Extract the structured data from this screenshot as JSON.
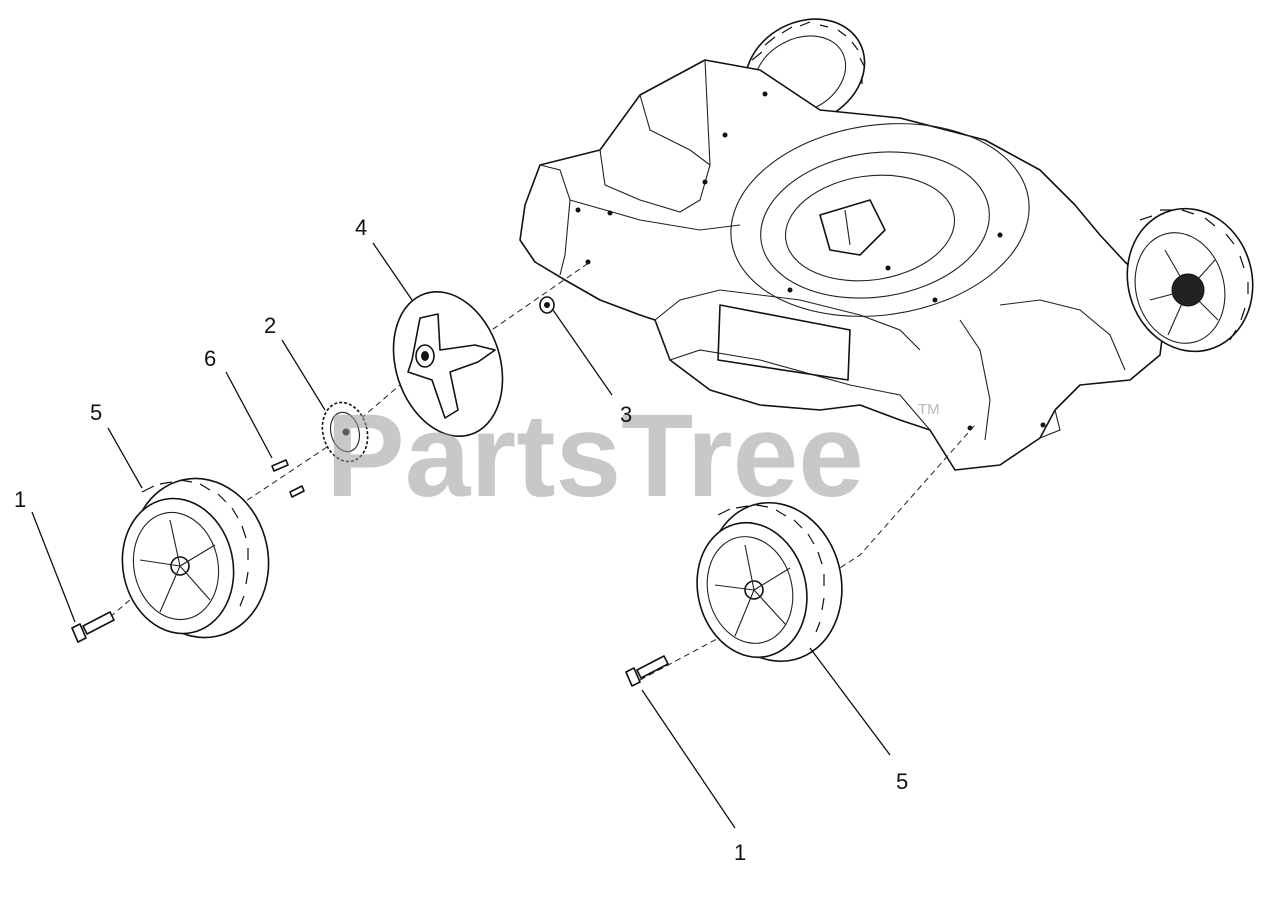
{
  "watermark": {
    "text": "PartsTree",
    "trademark": "TM"
  },
  "callouts": [
    {
      "id": "c1-left",
      "label": "1"
    },
    {
      "id": "c5-left",
      "label": "5"
    },
    {
      "id": "c6",
      "label": "6"
    },
    {
      "id": "c2",
      "label": "2"
    },
    {
      "id": "c4",
      "label": "4"
    },
    {
      "id": "c3",
      "label": "3"
    },
    {
      "id": "c1-right",
      "label": "1"
    },
    {
      "id": "c5-right",
      "label": "5"
    }
  ]
}
